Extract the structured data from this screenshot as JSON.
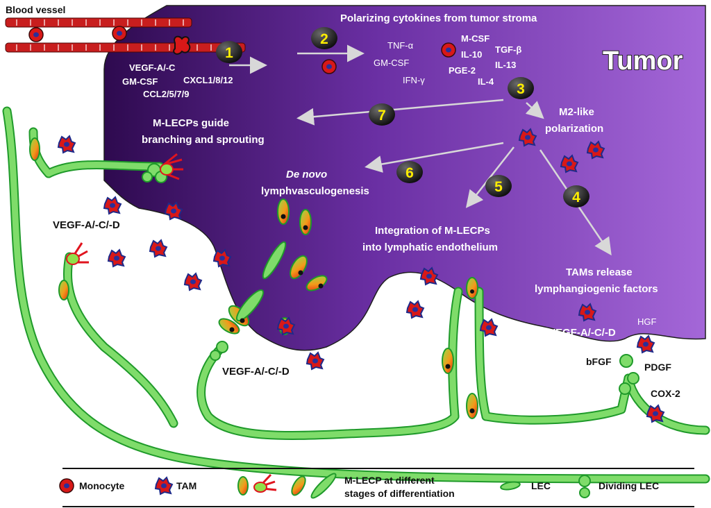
{
  "blood_vessel_label": "Blood vessel",
  "tumor_label": "Tumor",
  "header": "Polarizing cytokines from tumor stroma",
  "step1": {
    "num": "1",
    "factors": [
      "VEGF-A/-C",
      "GM-CSF",
      "CXCL1/8/12",
      "CCL2/5/7/9"
    ]
  },
  "step2": {
    "num": "2",
    "cytokines": [
      "TNF-α",
      "GM-CSF",
      "IFN-γ",
      "M-CSF",
      "IL-10",
      "PGE-2",
      "TGF-β",
      "IL-13",
      "IL-4"
    ]
  },
  "step3": {
    "num": "3",
    "label": [
      "M2-like",
      "polarization"
    ]
  },
  "step4": {
    "num": "4",
    "label": [
      "TAMs release",
      "lymphangiogenic factors"
    ],
    "factors": [
      "VEGF-A/-C/-D",
      "HGF",
      "bFGF",
      "PDGF",
      "COX-2"
    ]
  },
  "step5": {
    "num": "5",
    "label": [
      "Integration of M-LECPs",
      "into lymphatic endothelium"
    ]
  },
  "step6": {
    "num": "6",
    "label": [
      "De novo",
      "lymphvasculogenesis"
    ]
  },
  "step7": {
    "num": "7",
    "label": [
      "M-LECPs guide",
      "branching and sprouting"
    ]
  },
  "vegf_left": "VEGF-A/-C/-D",
  "vegf_center": "VEGF-A/-C/-D",
  "legend": {
    "monocyte": "Monocyte",
    "tam": "TAM",
    "mlecp": [
      "M-LECP at different",
      "stages of differentiation"
    ],
    "lec": "LEC",
    "dividing_lec": "Dividing LEC"
  },
  "colors": {
    "tumor_dark": "#2e0a4f",
    "tumor_mid": "#6a2fa3",
    "tumor_light": "#a467d8",
    "lec_fill": "#7fdc6a",
    "lec_stroke": "#1f9a2a",
    "cell_red": "#d81818",
    "cell_blue": "#2a2f9a",
    "vessel_red": "#c81e1e",
    "step_yellow": "#ffee00"
  }
}
